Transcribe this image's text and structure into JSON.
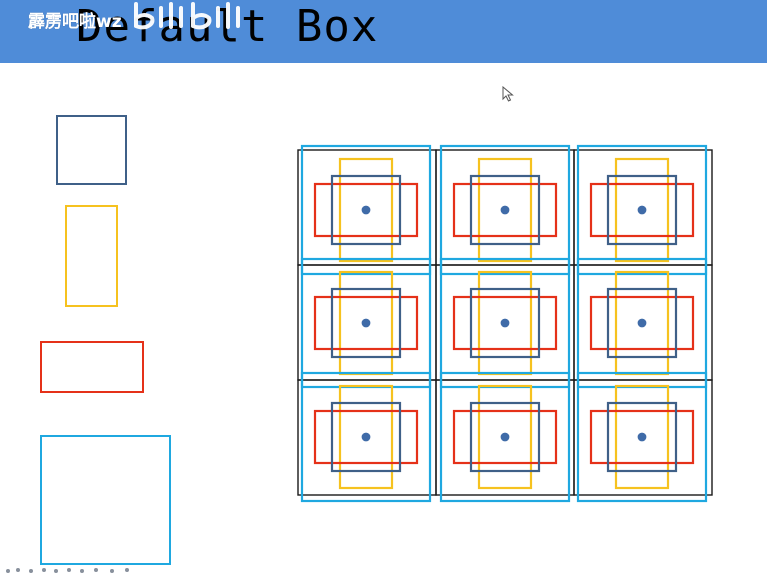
{
  "slide": {
    "title": "Default Box",
    "watermark": "霹雳吧啦wz",
    "watermark_logo": "bilibili-logo"
  },
  "colors": {
    "header": "#4f8cd8",
    "dark_blue": "#3f6088",
    "yellow": "#f6c21f",
    "red": "#e53119",
    "cyan": "#1fa8e0",
    "grid": "#1a1a1a",
    "center_dot": "#3f6ba8"
  },
  "diagram": {
    "grid_rows": 3,
    "grid_cols": 3,
    "box_types": [
      "square-small",
      "tall-rectangle",
      "wide-rectangle",
      "square-large"
    ]
  },
  "icons": {
    "cursor": "mouse-pointer-icon"
  }
}
